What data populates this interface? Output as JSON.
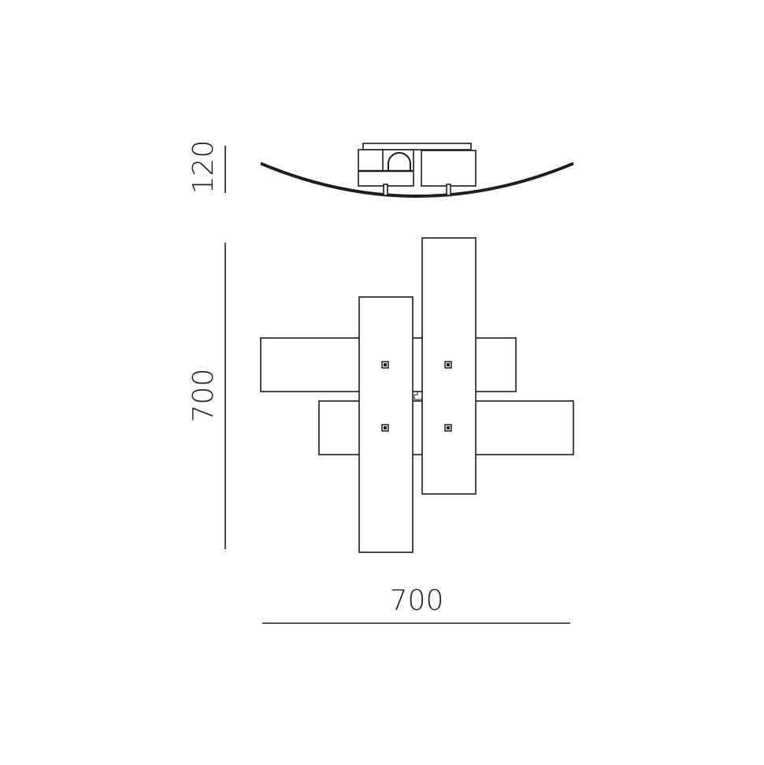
{
  "dimensions": {
    "height": "120",
    "depth": "700",
    "width": "700"
  },
  "colors": {
    "line": "#1a1a1a",
    "background": "#ffffff"
  }
}
